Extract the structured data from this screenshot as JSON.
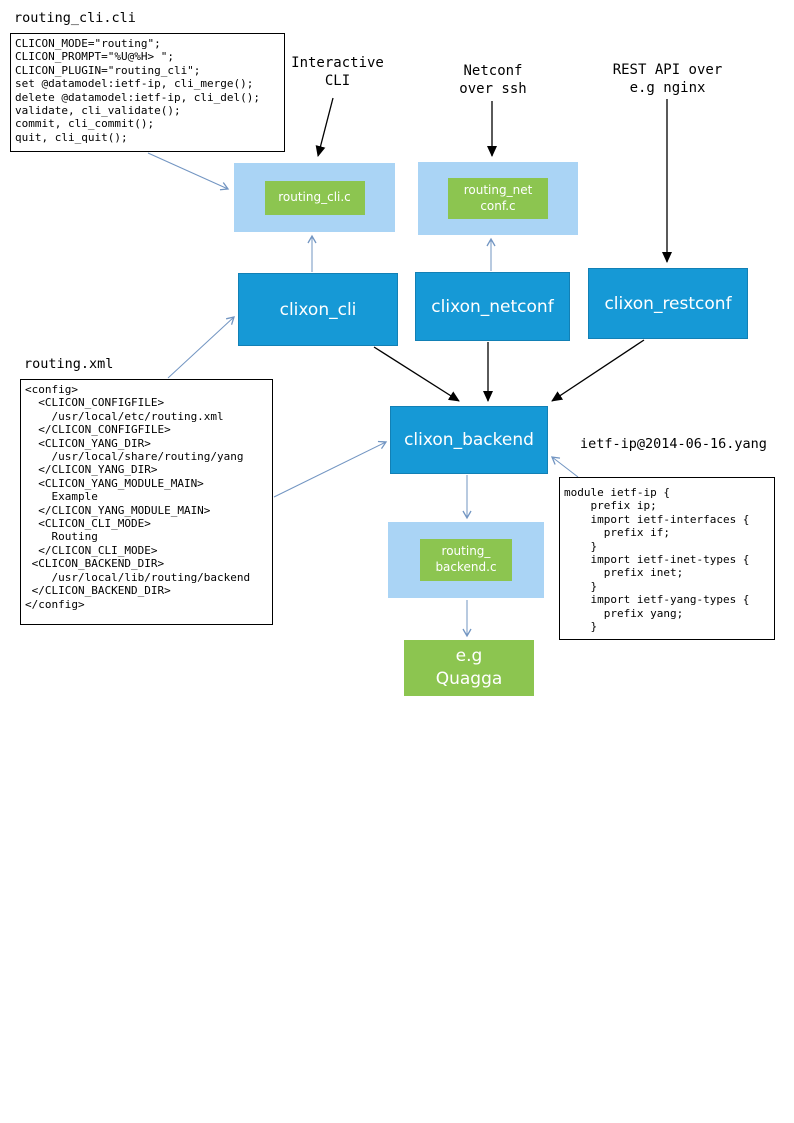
{
  "labels": {
    "cli_file": "routing_cli.cli",
    "interactive_cli": "Interactive\nCLI",
    "netconf_ssh": "Netconf\nover ssh",
    "rest_api": "REST API over\ne.g nginx",
    "routing_xml": "routing.xml",
    "yang_file": "ietf-ip@2014-06-16.yang"
  },
  "code": {
    "cli": "CLICON_MODE=\"routing\";\nCLICON_PROMPT=\"%U@%H> \";\nCLICON_PLUGIN=\"routing_cli\";\nset @datamodel:ietf-ip, cli_merge();\ndelete @datamodel:ietf-ip, cli_del();\nvalidate, cli_validate();\ncommit, cli_commit();\nquit, cli_quit();",
    "xml": "<config>\n  <CLICON_CONFIGFILE>\n    /usr/local/etc/routing.xml\n  </CLICON_CONFIGFILE>\n  <CLICON_YANG_DIR>\n    /usr/local/share/routing/yang\n  </CLICON_YANG_DIR>\n  <CLICON_YANG_MODULE_MAIN>\n    Example\n  </CLICON_YANG_MODULE_MAIN>\n  <CLICON_CLI_MODE>\n    Routing\n  </CLICON_CLI_MODE>\n <CLICON_BACKEND_DIR>\n    /usr/local/lib/routing/backend\n </CLICON_BACKEND_DIR>\n</config>",
    "yang": "module ietf-ip {\n    prefix ip;\n    import ietf-interfaces {\n      prefix if;\n    }\n    import ietf-inet-types {\n      prefix inet;\n    }\n    import ietf-yang-types {\n      prefix yang;\n    }"
  },
  "boxes": {
    "routing_cli_c": "routing_cli.c",
    "routing_netconf_c": "routing_net\nconf.c",
    "clixon_cli": "clixon_cli",
    "clixon_netconf": "clixon_netconf",
    "clixon_restconf": "clixon_restconf",
    "clixon_backend": "clixon_backend",
    "routing_backend_c": "routing_\nbackend.c",
    "quagga": "e.g\nQuagga"
  },
  "colors": {
    "blue": "#1699D6",
    "blue_border": "#1280B5",
    "light_blue": "#AAD4F5",
    "green": "#8CC550",
    "arrow_blue": "#7295C2",
    "arrow_black": "#000000"
  }
}
